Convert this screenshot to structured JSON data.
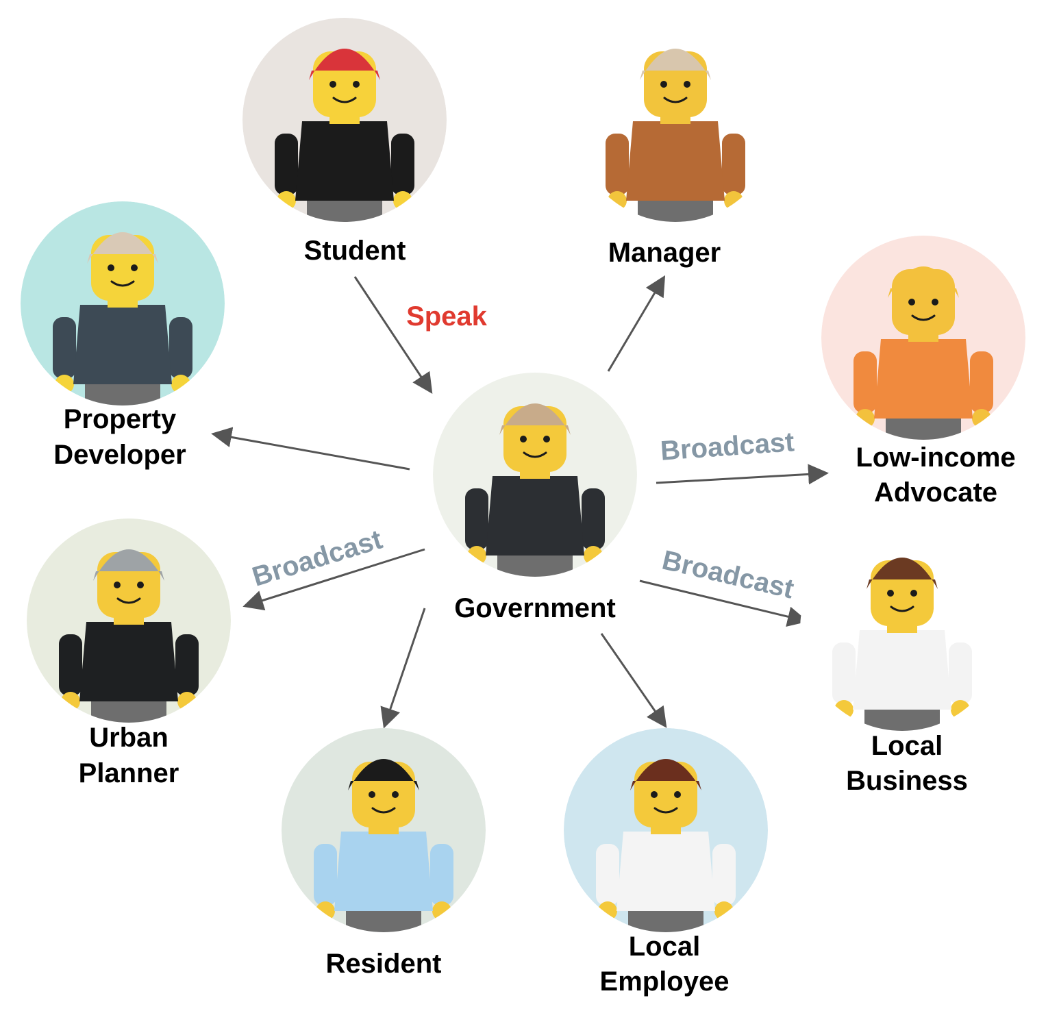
{
  "colors": {
    "arrow": "#555555",
    "speak": "#e03a2f",
    "broadcast": "#8597a5",
    "label": "#000000"
  },
  "nodes": {
    "student": {
      "name": "Student",
      "icon": "student-minifig-icon",
      "skin": "#f7d23a",
      "body": "#1b1b1b",
      "hair": "#d9343a",
      "bg": "#e9e4e0"
    },
    "manager": {
      "name": "Manager",
      "icon": "manager-minifig-icon",
      "skin": "#f2c43c",
      "body": "#b66a35",
      "hair": "#d8c6ad",
      "bg": "#ffffff"
    },
    "property_developer": {
      "name_line1": "Property",
      "name_line2": "Developer",
      "icon": "property-developer-minifig-icon",
      "skin": "#f5d43a",
      "body": "#3d4a55",
      "hair": "#d9c9b6",
      "bg": "#b9e6e3"
    },
    "low_income_advocate": {
      "name_line1": "Low-income",
      "name_line2": "Advocate",
      "icon": "low-income-advocate-minifig-icon",
      "skin": "#f3c13d",
      "body": "#f08a3e",
      "hair": "#f3c13d",
      "bg": "#fbe4df"
    },
    "government": {
      "name": "Government",
      "icon": "government-minifig-icon",
      "skin": "#f4c93b",
      "body": "#2c2f33",
      "hair": "#c8ab8a",
      "bg": "#eef1ea"
    },
    "urban_planner": {
      "name_line1": "Urban",
      "name_line2": "Planner",
      "icon": "urban-planner-minifig-icon",
      "skin": "#f4c93b",
      "body": "#1e2022",
      "hair": "#9ea3a6",
      "bg": "#e8ecdf"
    },
    "local_business": {
      "name_line1": "Local",
      "name_line2": "Business",
      "icon": "local-business-minifig-icon",
      "skin": "#f4c93b",
      "body": "#f3f3f3",
      "hair": "#6b3a22",
      "bg": "#ffffff"
    },
    "resident": {
      "name": "Resident",
      "icon": "resident-minifig-icon",
      "skin": "#f4c93b",
      "body": "#a9d3ef",
      "hair": "#1b1b1b",
      "bg": "#dfe7e0"
    },
    "local_employee": {
      "name_line1": "Local",
      "name_line2": "Employee",
      "icon": "local-employee-minifig-icon",
      "skin": "#f4c93b",
      "body": "#f4f4f4",
      "hair": "#6b2f1e",
      "bg": "#cfe6ef"
    }
  },
  "edges": {
    "speak": "Speak",
    "broadcast_right": "Broadcast",
    "broadcast_left": "Broadcast",
    "broadcast_lower_right": "Broadcast"
  }
}
